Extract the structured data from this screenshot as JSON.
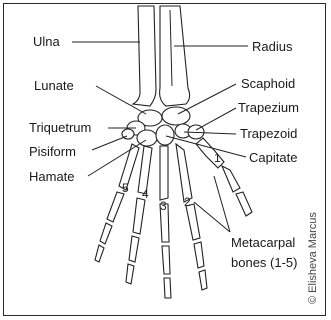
{
  "labels": {
    "ulna": "Ulna",
    "radius": "Radius",
    "lunate": "Lunate",
    "scaphoid": "Scaphoid",
    "trapezium": "Trapezium",
    "triquetrum": "Triquetrum",
    "trapezoid": "Trapezoid",
    "pisiform": "Pisiform",
    "capitate": "Capitate",
    "hamate": "Hamate",
    "metacarpal_line1": "Metacarpal",
    "metacarpal_line2": "bones (1-5)"
  },
  "metacarpal_numbers": [
    "1",
    "2",
    "3",
    "4",
    "5"
  ],
  "credit": "© Elisheva Marcus"
}
